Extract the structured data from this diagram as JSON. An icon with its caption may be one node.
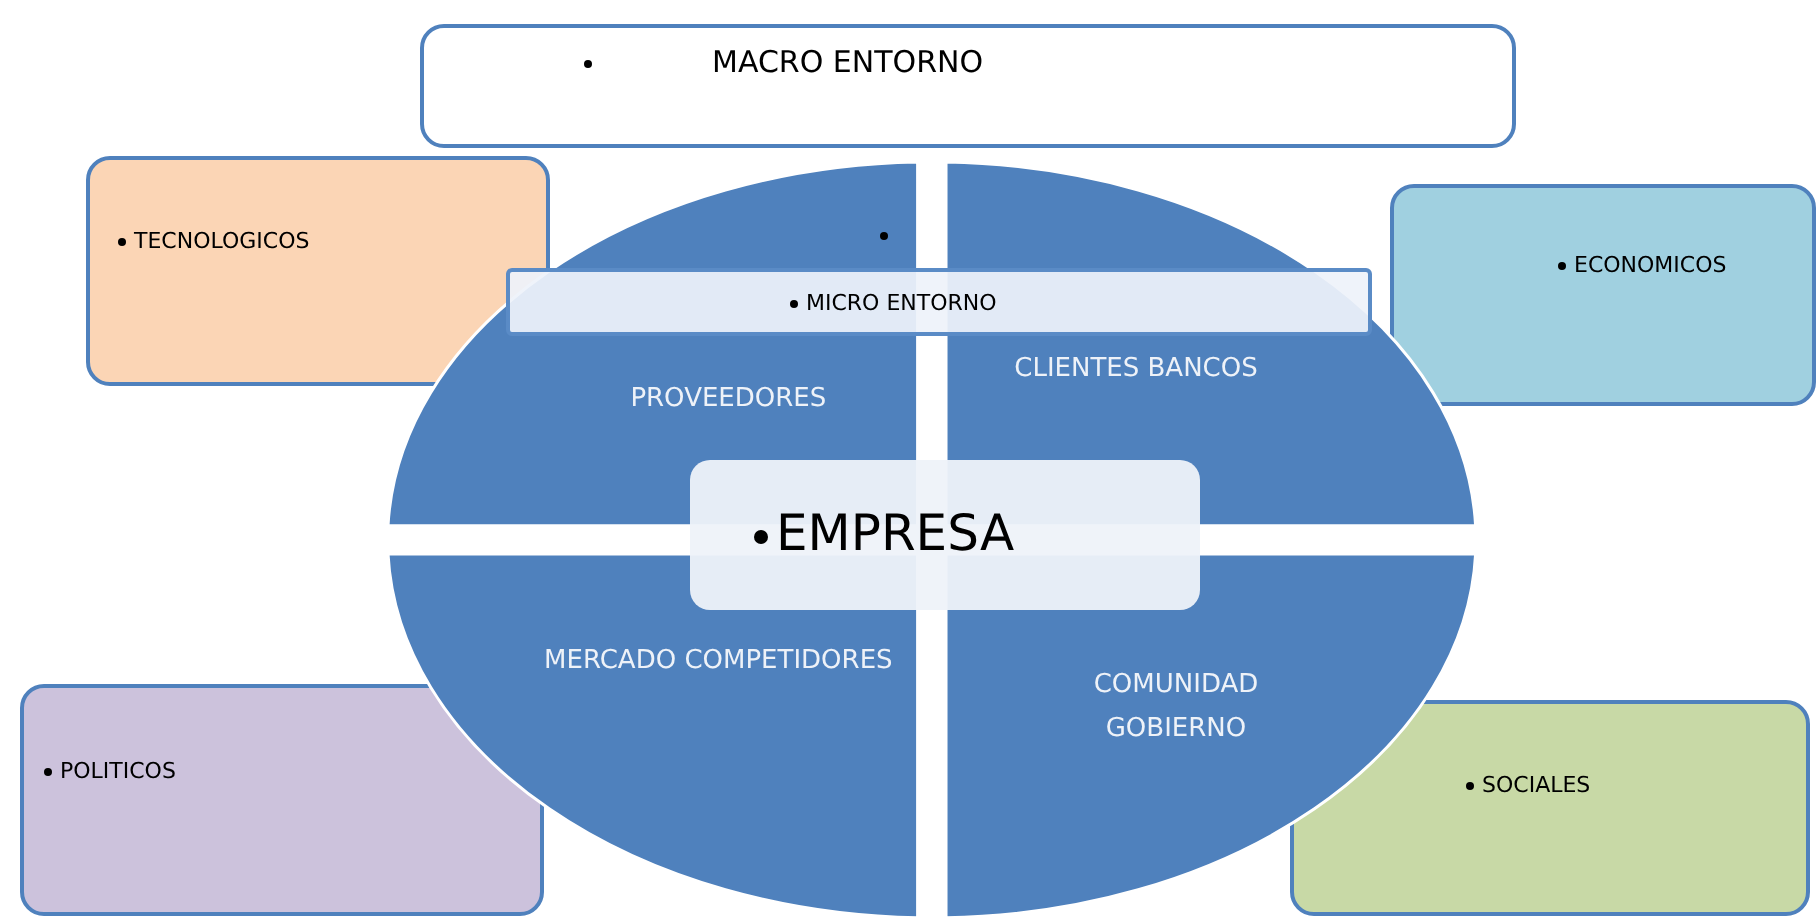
{
  "diagram": {
    "nodes": [
      {
        "text": [
          "MACRO ENTORNO"
        ]
      },
      {
        "text": [
          "TECNOLOGICOS"
        ]
      },
      {
        "text": [
          "ECONOMICOS"
        ]
      },
      {
        "text": [
          "POLITICOS"
        ]
      },
      {
        "text": [
          "SOCIALES"
        ]
      },
      {
        "text": [
          "PROVEEDORES"
        ]
      },
      {
        "text": [
          "CLIENTES BANCOS"
        ]
      },
      {
        "text": [
          "MERCADO COMPETIDORES"
        ]
      },
      {
        "text": [
          "COMUNIDAD GOBIERNO"
        ]
      },
      {
        "text": [
          "MICRO ENTORNO"
        ]
      },
      {
        "text": [
          "EMPRESA"
        ]
      }
    ]
  }
}
